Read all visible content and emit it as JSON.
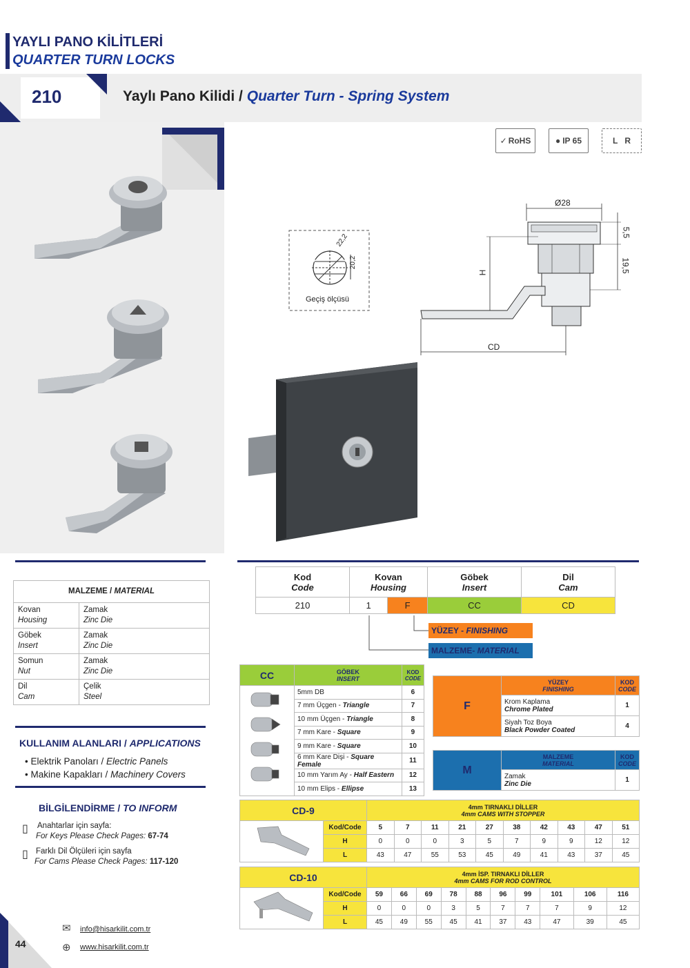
{
  "header": {
    "title_tr": "YAYLI PANO KİLİTLERİ",
    "title_en": "QUARTER TURN LOCKS",
    "code": "210",
    "product_tr": "Yaylı Pano Kilidi /",
    "product_en": "Quarter Turn - Spring System"
  },
  "badges": [
    "RoHS",
    "IP 65",
    "L",
    "R"
  ],
  "dims": {
    "diameter": "Ø28",
    "h1": "5,5",
    "h2": "19,5",
    "h_label": "H",
    "cd_label": "CD",
    "cut_a": "22,2",
    "cut_b": "20,2",
    "cut_caption": "Geçiş ölçüsü"
  },
  "material": {
    "header_tr": "MALZEME /",
    "header_en": "MATERIAL",
    "rows": [
      {
        "part_tr": "Kovan",
        "part_en": "Housing",
        "mat_tr": "Zamak",
        "mat_en": "Zinc Die"
      },
      {
        "part_tr": "Göbek",
        "part_en": "Insert",
        "mat_tr": "Zamak",
        "mat_en": "Zinc Die"
      },
      {
        "part_tr": "Somun",
        "part_en": "Nut",
        "mat_tr": "Zamak",
        "mat_en": "Zinc Die"
      },
      {
        "part_tr": "Dil",
        "part_en": "Cam",
        "mat_tr": "Çelik",
        "mat_en": "Steel"
      }
    ]
  },
  "applications": {
    "title_tr": "KULLANIM ALANLARI /",
    "title_en": "APPLICATIONS",
    "items": [
      {
        "tr": "Elektrik Panoları /",
        "en": "Electric Panels"
      },
      {
        "tr": "Makine Kapakları /",
        "en": "Machinery Covers"
      }
    ]
  },
  "inform": {
    "title_tr": "BİLGİLENDİRME /",
    "title_en": "TO INFORM",
    "items": [
      {
        "tr": "Anahtarlar için sayfa:",
        "en": "For Keys Please Check Pages:",
        "pages": "67-74"
      },
      {
        "tr": "Farklı Dil Ölçüleri için sayfa",
        "en": "For Cams Please Check Pages:",
        "pages": "117-120"
      }
    ]
  },
  "order": {
    "headers": [
      {
        "tr": "Kod",
        "en": "Code"
      },
      {
        "tr": "Kovan",
        "en": "Housing"
      },
      {
        "tr": "Göbek",
        "en": "Insert"
      },
      {
        "tr": "Dil",
        "en": "Cam"
      }
    ],
    "values": [
      "210",
      "1",
      "F",
      "CC",
      "CD"
    ],
    "finishing_label_tr": "YÜZEY -",
    "finishing_label_en": "FINISHING",
    "material_label_tr": "MALZEME-",
    "material_label_en": "MATERIAL"
  },
  "insert": {
    "label": "CC",
    "head_tr": "GÖBEK",
    "head_en": "INSERT",
    "code_tr": "KOD",
    "code_en": "CODE",
    "rows": [
      {
        "tr": "5mm DB",
        "en": "",
        "code": "6"
      },
      {
        "tr": "7 mm Üçgen -",
        "en": "Triangle",
        "code": "7"
      },
      {
        "tr": "10 mm Üçgen -",
        "en": "Triangle",
        "code": "8"
      },
      {
        "tr": "7 mm Kare -",
        "en": "Square",
        "code": "9"
      },
      {
        "tr": "9 mm Kare -",
        "en": "Square",
        "code": "10"
      },
      {
        "tr": "6 mm Kare Dişi -",
        "en": "Square Female",
        "code": "11"
      },
      {
        "tr": "10 mm Yarım Ay  -",
        "en": "Half Eastern",
        "code": "12"
      },
      {
        "tr": "10 mm Elips -",
        "en": "Ellipse",
        "code": "13"
      }
    ]
  },
  "finishing": {
    "label": "F",
    "head_tr": "YÜZEY",
    "head_en": "FINISHING",
    "code_tr": "KOD",
    "code_en": "CODE",
    "rows": [
      {
        "tr": "Krom Kaplama",
        "en": "Chrome Plated",
        "code": "1"
      },
      {
        "tr": "Siyah Toz Boya",
        "en": "Black Powder Coated",
        "code": "4"
      }
    ]
  },
  "materials_m": {
    "label": "M",
    "head_tr": "MALZEME",
    "head_en": "MATERIAL",
    "code_tr": "KOD",
    "code_en": "CODE",
    "rows": [
      {
        "tr": "Zamak",
        "en": "Zinc Die",
        "code": "1"
      }
    ]
  },
  "cd9": {
    "label": "CD-9",
    "title1": "4mm TIRNAKLI DİLLER",
    "title2": "4mm CAMS WITH STOPPER",
    "row_labels": [
      "Kod/Code",
      "H",
      "L"
    ],
    "codes": [
      "5",
      "7",
      "11",
      "21",
      "27",
      "38",
      "42",
      "43",
      "47",
      "51"
    ],
    "H": [
      "0",
      "0",
      "0",
      "3",
      "5",
      "7",
      "9",
      "9",
      "12",
      "12"
    ],
    "L": [
      "43",
      "47",
      "55",
      "53",
      "45",
      "49",
      "41",
      "43",
      "37",
      "45"
    ]
  },
  "cd10": {
    "label": "CD-10",
    "title1": "4mm İSP. TIRNAKLI DİLLER",
    "title2": "4mm CAMS FOR ROD CONTROL",
    "row_labels": [
      "Kod/Code",
      "H",
      "L"
    ],
    "codes": [
      "59",
      "66",
      "69",
      "78",
      "88",
      "96",
      "99",
      "101",
      "106",
      "116"
    ],
    "H": [
      "0",
      "0",
      "0",
      "3",
      "5",
      "7",
      "7",
      "7",
      "9",
      "12"
    ],
    "L": [
      "45",
      "49",
      "55",
      "45",
      "41",
      "37",
      "43",
      "47",
      "39",
      "45"
    ]
  },
  "footer": {
    "page": "44",
    "email": "info@hisarkilit.com.tr",
    "web": "www.hisarkilit.com.tr"
  },
  "colors": {
    "navy": "#1f2a6e",
    "orange": "#f7821e",
    "green": "#9acd3a",
    "yellow": "#f7e43c",
    "teal_blue": "#1c6fae"
  }
}
